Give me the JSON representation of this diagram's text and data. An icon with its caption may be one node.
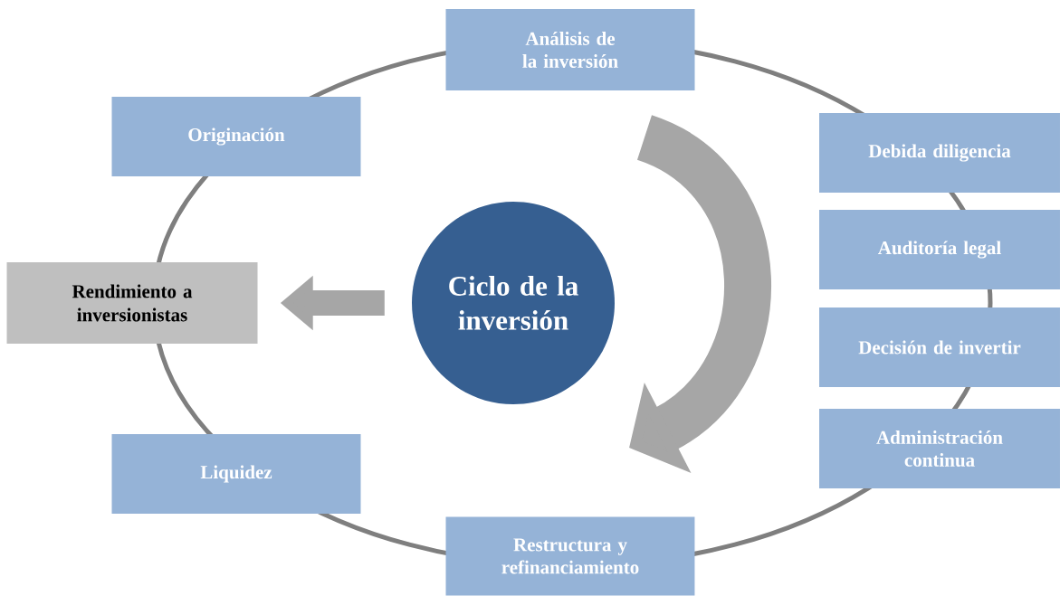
{
  "diagram": {
    "nodes": [
      {
        "text": [
          "Análisis de la inversión"
        ]
      },
      {
        "text": [
          "Originación"
        ]
      },
      {
        "text": [
          "Debida diligencia"
        ]
      },
      {
        "text": [
          "Auditoría legal"
        ]
      },
      {
        "text": [
          "Decisión de invertir"
        ]
      },
      {
        "text": [
          "Administración continua"
        ]
      },
      {
        "text": [
          "Restructura y refinanciamiento"
        ]
      },
      {
        "text": [
          "Liquidez"
        ]
      },
      {
        "text": [
          "Ciclo de la inversión"
        ]
      },
      {
        "text": [
          "Rendimiento a inversionistas"
        ]
      }
    ],
    "edges": [
      {
        "from": 8,
        "to": 9,
        "arrow": "to"
      }
    ]
  }
}
